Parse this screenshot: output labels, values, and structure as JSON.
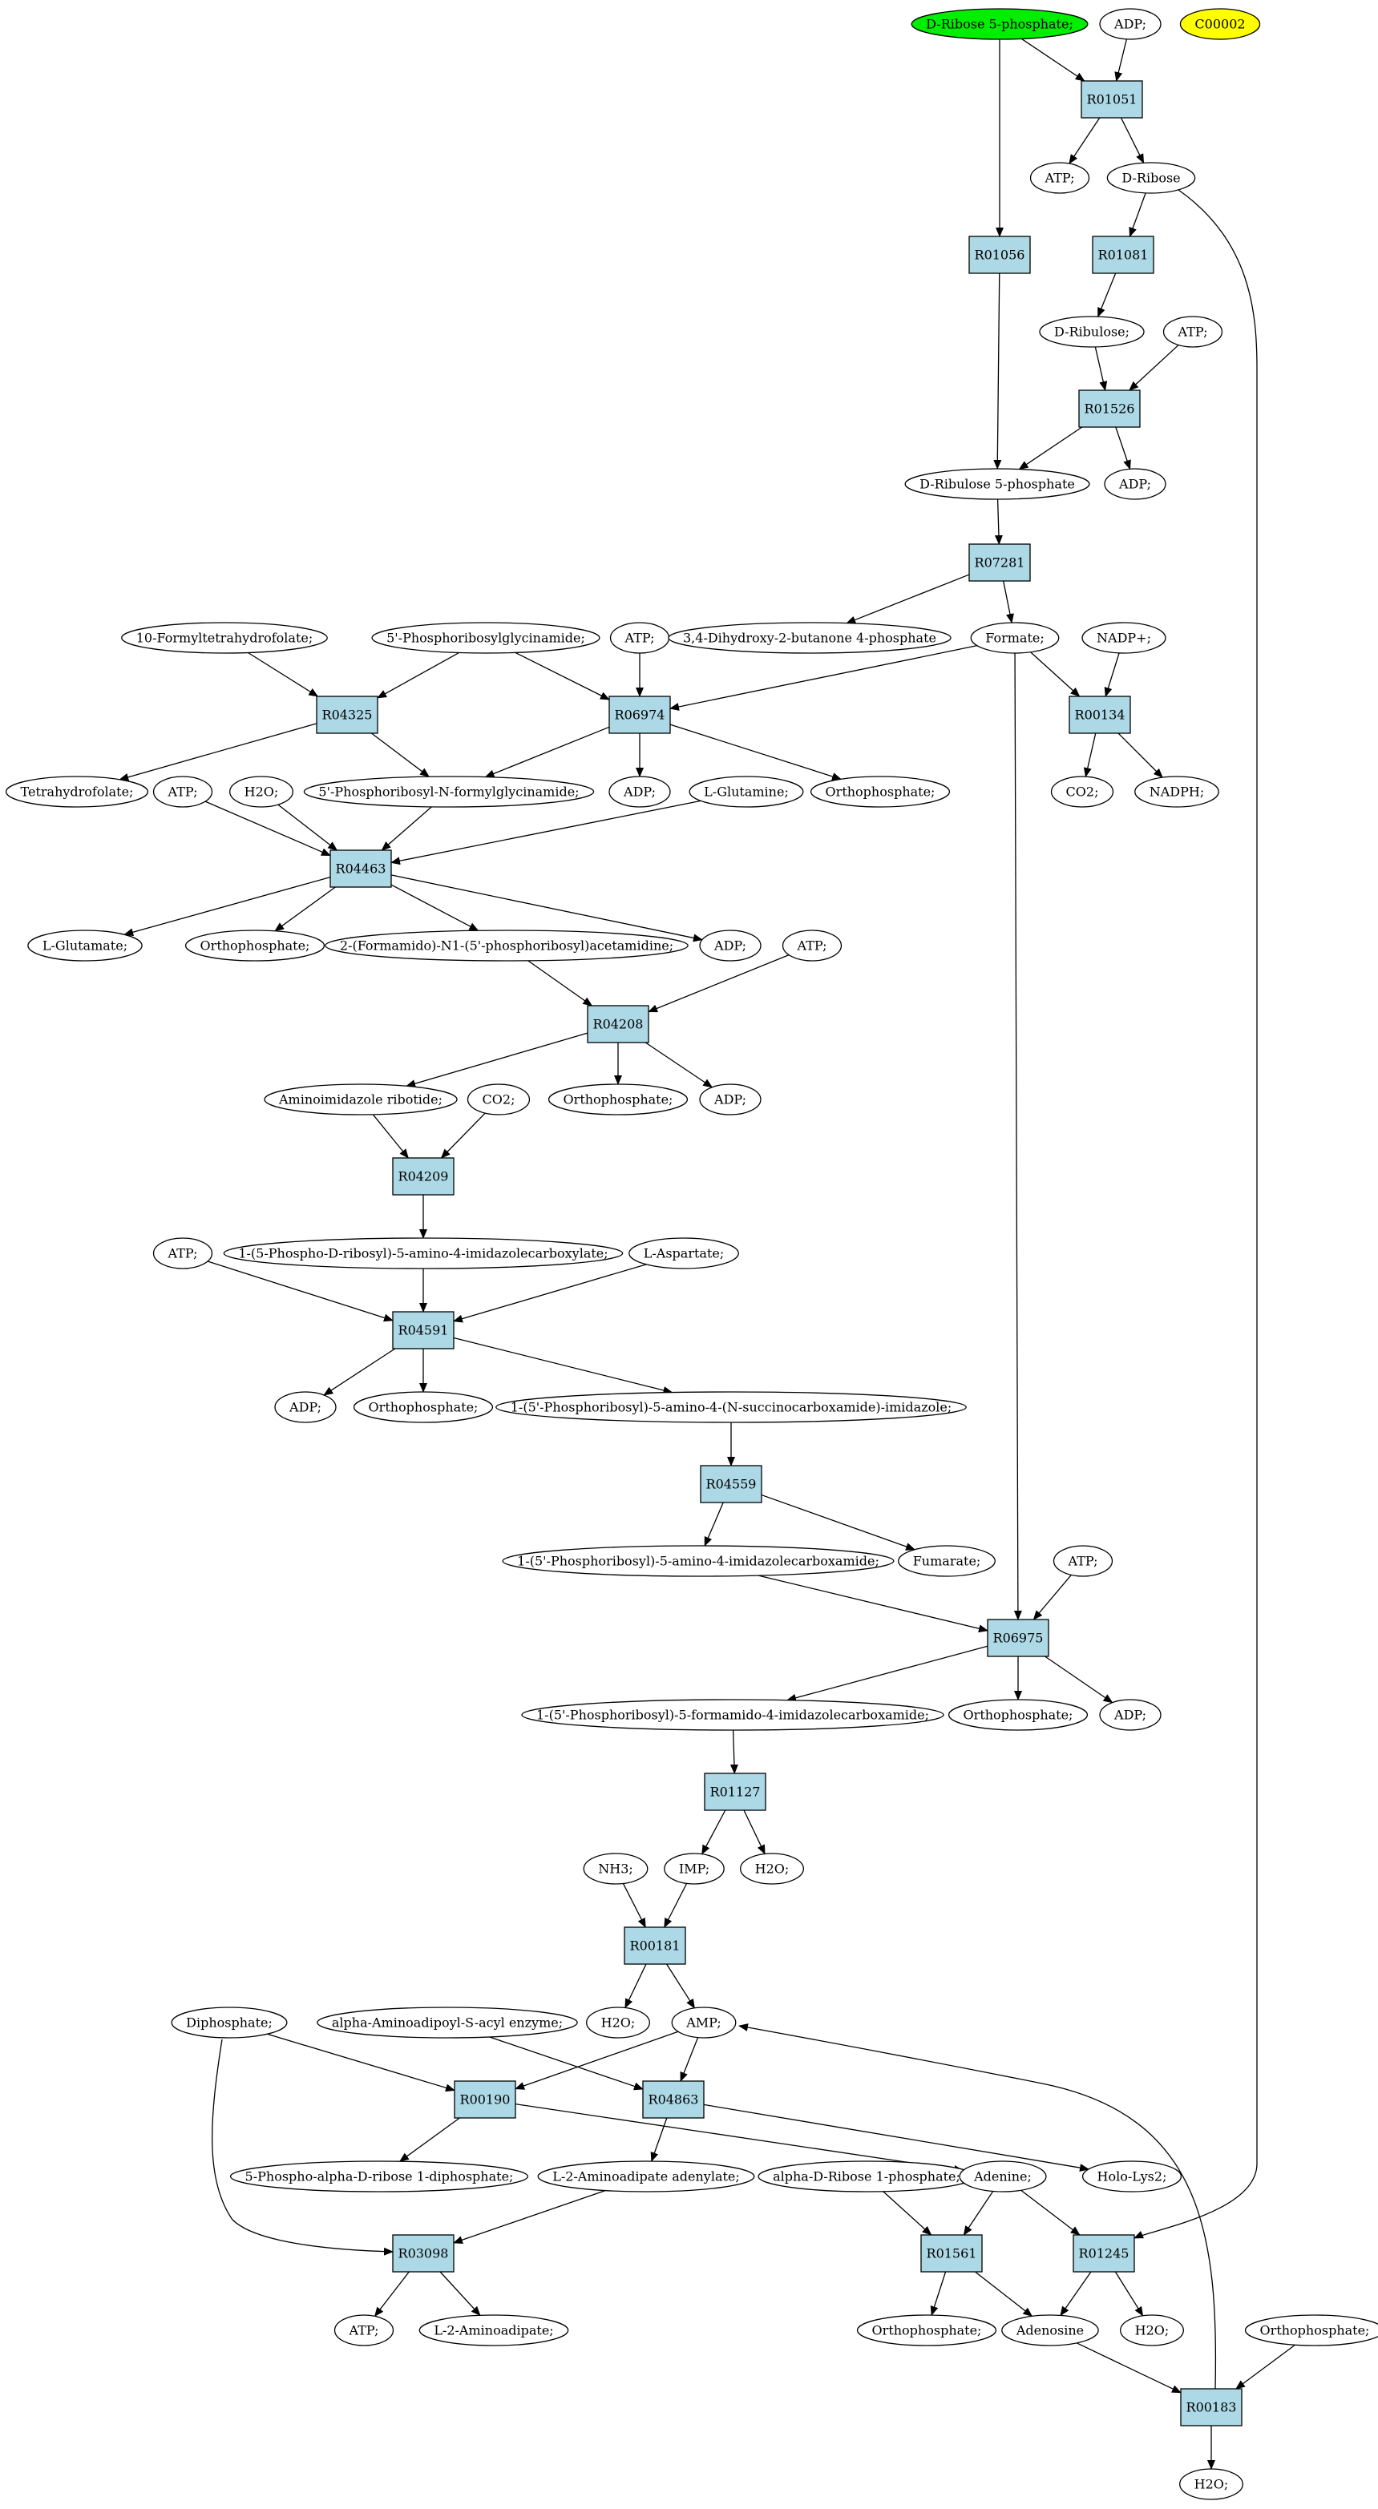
{
  "colors": {
    "reaction_fill": "#add8e6",
    "compound_fill": "#ffffff",
    "source_fill": "#00ee00",
    "highlight_fill": "#ffff00",
    "stroke": "#000000"
  },
  "nodes": [
    {
      "id": "c_r5p",
      "label": "D-Ribose 5-phosphate;",
      "kind": "compound",
      "fill": "source"
    },
    {
      "id": "c_adp1",
      "label": "ADP;",
      "kind": "compound"
    },
    {
      "id": "c_c00002",
      "label": "C00002",
      "kind": "compound",
      "fill": "highlight"
    },
    {
      "id": "r_R01051",
      "label": "R01051",
      "kind": "reaction"
    },
    {
      "id": "c_atp1",
      "label": "ATP;",
      "kind": "compound"
    },
    {
      "id": "c_dribose",
      "label": "D-Ribose",
      "kind": "compound"
    },
    {
      "id": "r_R01056",
      "label": "R01056",
      "kind": "reaction"
    },
    {
      "id": "r_R01081",
      "label": "R01081",
      "kind": "reaction"
    },
    {
      "id": "c_dribulose",
      "label": "D-Ribulose;",
      "kind": "compound"
    },
    {
      "id": "c_atp2",
      "label": "ATP;",
      "kind": "compound"
    },
    {
      "id": "r_R01526",
      "label": "R01526",
      "kind": "reaction"
    },
    {
      "id": "c_ru5p",
      "label": "D-Ribulose 5-phosphate",
      "kind": "compound"
    },
    {
      "id": "c_adp2",
      "label": "ADP;",
      "kind": "compound"
    },
    {
      "id": "r_R07281",
      "label": "R07281",
      "kind": "reaction"
    },
    {
      "id": "c_fthf",
      "label": "10-Formyltetrahydrofolate;",
      "kind": "compound"
    },
    {
      "id": "c_gar",
      "label": "5'-Phosphoribosylglycinamide;",
      "kind": "compound"
    },
    {
      "id": "c_atp3",
      "label": "ATP;",
      "kind": "compound"
    },
    {
      "id": "c_dhbp",
      "label": "3,4-Dihydroxy-2-butanone 4-phosphate",
      "kind": "compound"
    },
    {
      "id": "c_formate",
      "label": "Formate;",
      "kind": "compound"
    },
    {
      "id": "c_nadp",
      "label": "NADP+;",
      "kind": "compound"
    },
    {
      "id": "r_R04325",
      "label": "R04325",
      "kind": "reaction"
    },
    {
      "id": "r_R06974",
      "label": "R06974",
      "kind": "reaction"
    },
    {
      "id": "r_R00134",
      "label": "R00134",
      "kind": "reaction"
    },
    {
      "id": "c_thf",
      "label": "Tetrahydrofolate;",
      "kind": "compound"
    },
    {
      "id": "c_atp4",
      "label": "ATP;",
      "kind": "compound"
    },
    {
      "id": "c_h2o1",
      "label": "H2O;",
      "kind": "compound"
    },
    {
      "id": "c_fgar",
      "label": "5'-Phosphoribosyl-N-formylglycinamide;",
      "kind": "compound"
    },
    {
      "id": "c_adp3",
      "label": "ADP;",
      "kind": "compound"
    },
    {
      "id": "c_lgln",
      "label": "L-Glutamine;",
      "kind": "compound"
    },
    {
      "id": "c_pi1",
      "label": "Orthophosphate;",
      "kind": "compound"
    },
    {
      "id": "c_co2a",
      "label": "CO2;",
      "kind": "compound"
    },
    {
      "id": "c_nadph",
      "label": "NADPH;",
      "kind": "compound"
    },
    {
      "id": "r_R04463",
      "label": "R04463",
      "kind": "reaction"
    },
    {
      "id": "c_lglu",
      "label": "L-Glutamate;",
      "kind": "compound"
    },
    {
      "id": "c_pi2",
      "label": "Orthophosphate;",
      "kind": "compound"
    },
    {
      "id": "c_fgam",
      "label": "2-(Formamido)-N1-(5'-phosphoribosyl)acetamidine;",
      "kind": "compound"
    },
    {
      "id": "c_adp4",
      "label": "ADP;",
      "kind": "compound"
    },
    {
      "id": "c_atp5",
      "label": "ATP;",
      "kind": "compound"
    },
    {
      "id": "r_R04208",
      "label": "R04208",
      "kind": "reaction"
    },
    {
      "id": "c_air",
      "label": "Aminoimidazole ribotide;",
      "kind": "compound"
    },
    {
      "id": "c_co2b",
      "label": "CO2;",
      "kind": "compound"
    },
    {
      "id": "c_pi3",
      "label": "Orthophosphate;",
      "kind": "compound"
    },
    {
      "id": "c_adp5",
      "label": "ADP;",
      "kind": "compound"
    },
    {
      "id": "r_R04209",
      "label": "R04209",
      "kind": "reaction"
    },
    {
      "id": "c_atp6",
      "label": "ATP;",
      "kind": "compound"
    },
    {
      "id": "c_cair",
      "label": "1-(5-Phospho-D-ribosyl)-5-amino-4-imidazolecarboxylate;",
      "kind": "compound"
    },
    {
      "id": "c_lasp",
      "label": "L-Aspartate;",
      "kind": "compound"
    },
    {
      "id": "r_R04591",
      "label": "R04591",
      "kind": "reaction"
    },
    {
      "id": "c_adp6",
      "label": "ADP;",
      "kind": "compound"
    },
    {
      "id": "c_pi4",
      "label": "Orthophosphate;",
      "kind": "compound"
    },
    {
      "id": "c_saicar",
      "label": "1-(5'-Phosphoribosyl)-5-amino-4-(N-succinocarboxamide)-imidazole;",
      "kind": "compound"
    },
    {
      "id": "r_R04559",
      "label": "R04559",
      "kind": "reaction"
    },
    {
      "id": "c_aicar",
      "label": "1-(5'-Phosphoribosyl)-5-amino-4-imidazolecarboxamide;",
      "kind": "compound"
    },
    {
      "id": "c_fum",
      "label": "Fumarate;",
      "kind": "compound"
    },
    {
      "id": "c_atp7",
      "label": "ATP;",
      "kind": "compound"
    },
    {
      "id": "r_R06975",
      "label": "R06975",
      "kind": "reaction"
    },
    {
      "id": "c_faicar",
      "label": "1-(5'-Phosphoribosyl)-5-formamido-4-imidazolecarboxamide;",
      "kind": "compound"
    },
    {
      "id": "c_pi5",
      "label": "Orthophosphate;",
      "kind": "compound"
    },
    {
      "id": "c_adp7",
      "label": "ADP;",
      "kind": "compound"
    },
    {
      "id": "r_R01127",
      "label": "R01127",
      "kind": "reaction"
    },
    {
      "id": "c_nh3",
      "label": "NH3;",
      "kind": "compound"
    },
    {
      "id": "c_imp",
      "label": "IMP;",
      "kind": "compound"
    },
    {
      "id": "c_h2o2",
      "label": "H2O;",
      "kind": "compound"
    },
    {
      "id": "r_R00181",
      "label": "R00181",
      "kind": "reaction"
    },
    {
      "id": "c_h2o3",
      "label": "H2O;",
      "kind": "compound"
    },
    {
      "id": "c_amp",
      "label": "AMP;",
      "kind": "compound"
    },
    {
      "id": "c_ppi",
      "label": "Diphosphate;",
      "kind": "compound"
    },
    {
      "id": "c_aaacyl",
      "label": "alpha-Aminoadipoyl-S-acyl enzyme;",
      "kind": "compound"
    },
    {
      "id": "r_R00190",
      "label": "R00190",
      "kind": "reaction"
    },
    {
      "id": "r_R04863",
      "label": "R04863",
      "kind": "reaction"
    },
    {
      "id": "c_prpp",
      "label": "5-Phospho-alpha-D-ribose 1-diphosphate;",
      "kind": "compound"
    },
    {
      "id": "c_aaaden",
      "label": "L-2-Aminoadipate adenylate;",
      "kind": "compound"
    },
    {
      "id": "c_r1p",
      "label": "alpha-D-Ribose 1-phosphate;",
      "kind": "compound"
    },
    {
      "id": "c_adenine",
      "label": "Adenine;",
      "kind": "compound"
    },
    {
      "id": "c_holo",
      "label": "Holo-Lys2;",
      "kind": "compound"
    },
    {
      "id": "r_R03098",
      "label": "R03098",
      "kind": "reaction"
    },
    {
      "id": "r_R01561",
      "label": "R01561",
      "kind": "reaction"
    },
    {
      "id": "r_R01245",
      "label": "R01245",
      "kind": "reaction"
    },
    {
      "id": "c_atp8",
      "label": "ATP;",
      "kind": "compound"
    },
    {
      "id": "c_l2aa",
      "label": "L-2-Aminoadipate;",
      "kind": "compound"
    },
    {
      "id": "c_pi6",
      "label": "Orthophosphate;",
      "kind": "compound"
    },
    {
      "id": "c_adenosine",
      "label": "Adenosine",
      "kind": "compound"
    },
    {
      "id": "c_h2o4",
      "label": "H2O;",
      "kind": "compound"
    },
    {
      "id": "c_pi7",
      "label": "Orthophosphate;",
      "kind": "compound"
    },
    {
      "id": "r_R00183",
      "label": "R00183",
      "kind": "reaction"
    },
    {
      "id": "c_h2o5",
      "label": "H2O;",
      "kind": "compound"
    }
  ],
  "edges": [
    [
      "c_r5p",
      "r_R01051"
    ],
    [
      "c_adp1",
      "r_R01051"
    ],
    [
      "r_R01051",
      "c_atp1"
    ],
    [
      "r_R01051",
      "c_dribose"
    ],
    [
      "c_r5p",
      "r_R01056"
    ],
    [
      "c_dribose",
      "r_R01081"
    ],
    [
      "c_dribose",
      "r_R01245"
    ],
    [
      "r_R01056",
      "c_ru5p"
    ],
    [
      "r_R01081",
      "c_dribulose"
    ],
    [
      "c_dribulose",
      "r_R01526"
    ],
    [
      "c_atp2",
      "r_R01526"
    ],
    [
      "r_R01526",
      "c_ru5p"
    ],
    [
      "r_R01526",
      "c_adp2"
    ],
    [
      "c_ru5p",
      "r_R07281"
    ],
    [
      "r_R07281",
      "c_dhbp"
    ],
    [
      "r_R07281",
      "c_formate"
    ],
    [
      "c_fthf",
      "r_R04325"
    ],
    [
      "c_gar",
      "r_R04325"
    ],
    [
      "c_gar",
      "r_R06974"
    ],
    [
      "c_atp3",
      "r_R06974"
    ],
    [
      "c_formate",
      "r_R06974"
    ],
    [
      "c_formate",
      "r_R00134"
    ],
    [
      "c_nadp",
      "r_R00134"
    ],
    [
      "c_formate",
      "r_R06975"
    ],
    [
      "r_R04325",
      "c_thf"
    ],
    [
      "r_R04325",
      "c_fgar"
    ],
    [
      "r_R06974",
      "c_fgar"
    ],
    [
      "r_R06974",
      "c_adp3"
    ],
    [
      "r_R06974",
      "c_pi1"
    ],
    [
      "r_R00134",
      "c_co2a"
    ],
    [
      "r_R00134",
      "c_nadph"
    ],
    [
      "c_atp4",
      "r_R04463"
    ],
    [
      "c_h2o1",
      "r_R04463"
    ],
    [
      "c_fgar",
      "r_R04463"
    ],
    [
      "c_lgln",
      "r_R04463"
    ],
    [
      "r_R04463",
      "c_lglu"
    ],
    [
      "r_R04463",
      "c_pi2"
    ],
    [
      "r_R04463",
      "c_fgam"
    ],
    [
      "r_R04463",
      "c_adp4"
    ],
    [
      "c_fgam",
      "r_R04208"
    ],
    [
      "c_atp5",
      "r_R04208"
    ],
    [
      "r_R04208",
      "c_air"
    ],
    [
      "r_R04208",
      "c_pi3"
    ],
    [
      "r_R04208",
      "c_adp5"
    ],
    [
      "c_air",
      "r_R04209"
    ],
    [
      "c_co2b",
      "r_R04209"
    ],
    [
      "r_R04209",
      "c_cair"
    ],
    [
      "c_atp6",
      "r_R04591"
    ],
    [
      "c_cair",
      "r_R04591"
    ],
    [
      "c_lasp",
      "r_R04591"
    ],
    [
      "r_R04591",
      "c_adp6"
    ],
    [
      "r_R04591",
      "c_pi4"
    ],
    [
      "r_R04591",
      "c_saicar"
    ],
    [
      "c_saicar",
      "r_R04559"
    ],
    [
      "r_R04559",
      "c_aicar"
    ],
    [
      "r_R04559",
      "c_fum"
    ],
    [
      "c_aicar",
      "r_R06975"
    ],
    [
      "c_atp7",
      "r_R06975"
    ],
    [
      "r_R06975",
      "c_faicar"
    ],
    [
      "r_R06975",
      "c_pi5"
    ],
    [
      "r_R06975",
      "c_adp7"
    ],
    [
      "c_faicar",
      "r_R01127"
    ],
    [
      "r_R01127",
      "c_imp"
    ],
    [
      "r_R01127",
      "c_h2o2"
    ],
    [
      "c_nh3",
      "r_R00181"
    ],
    [
      "c_imp",
      "r_R00181"
    ],
    [
      "r_R00181",
      "c_h2o3"
    ],
    [
      "r_R00181",
      "c_amp"
    ],
    [
      "c_ppi",
      "r_R00190"
    ],
    [
      "c_amp",
      "r_R00190"
    ],
    [
      "c_amp",
      "r_R04863"
    ],
    [
      "c_aaacyl",
      "r_R04863"
    ],
    [
      "c_ppi",
      "r_R03098"
    ],
    [
      "r_R00190",
      "c_prpp"
    ],
    [
      "r_R00190",
      "c_adenine"
    ],
    [
      "r_R04863",
      "c_aaaden"
    ],
    [
      "r_R04863",
      "c_holo"
    ],
    [
      "c_aaaden",
      "r_R03098"
    ],
    [
      "c_r1p",
      "r_R01561"
    ],
    [
      "c_adenine",
      "r_R01561"
    ],
    [
      "c_adenine",
      "r_R01245"
    ],
    [
      "r_R03098",
      "c_atp8"
    ],
    [
      "r_R03098",
      "c_l2aa"
    ],
    [
      "r_R01561",
      "c_pi6"
    ],
    [
      "r_R01561",
      "c_adenosine"
    ],
    [
      "r_R01245",
      "c_adenosine"
    ],
    [
      "r_R01245",
      "c_h2o4"
    ],
    [
      "c_adenosine",
      "r_R00183"
    ],
    [
      "c_pi7",
      "r_R00183"
    ],
    [
      "r_R00183",
      "c_amp"
    ],
    [
      "r_R00183",
      "c_h2o5"
    ]
  ]
}
